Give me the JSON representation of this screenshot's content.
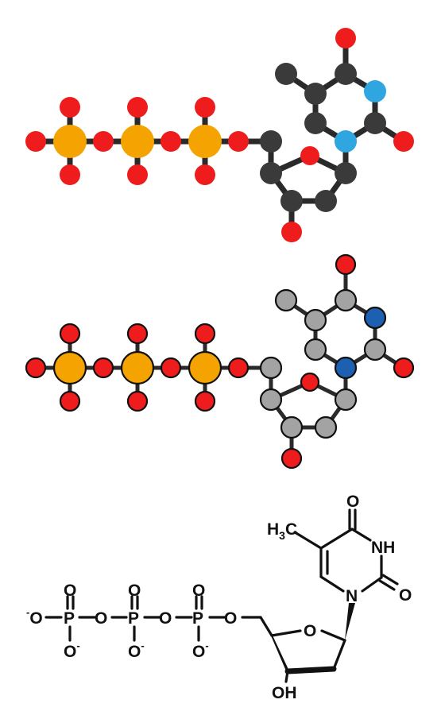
{
  "colors": {
    "oxygen": "#ee1c1c",
    "phosphorus": "#f5a300",
    "carbon_dark": "#3a3a3a",
    "carbon_grey": "#a3a3a3",
    "nitrogen_light": "#2fa6e0",
    "nitrogen_dark": "#1d5fb0",
    "bond": "#2a2a2a",
    "outline": "#111111"
  },
  "structure": {
    "labels": {
      "methyl": "H",
      "methyl_sub": "3",
      "methyl_c": "C",
      "keto_o": "O",
      "nh": "NH",
      "n": "N",
      "carbonyl_o": "O",
      "ring_o": "O",
      "oh": "OH",
      "bridge_o": "O",
      "p": "P",
      "phosphate_o": "O",
      "terminal_o": "O",
      "minus": "-"
    }
  }
}
